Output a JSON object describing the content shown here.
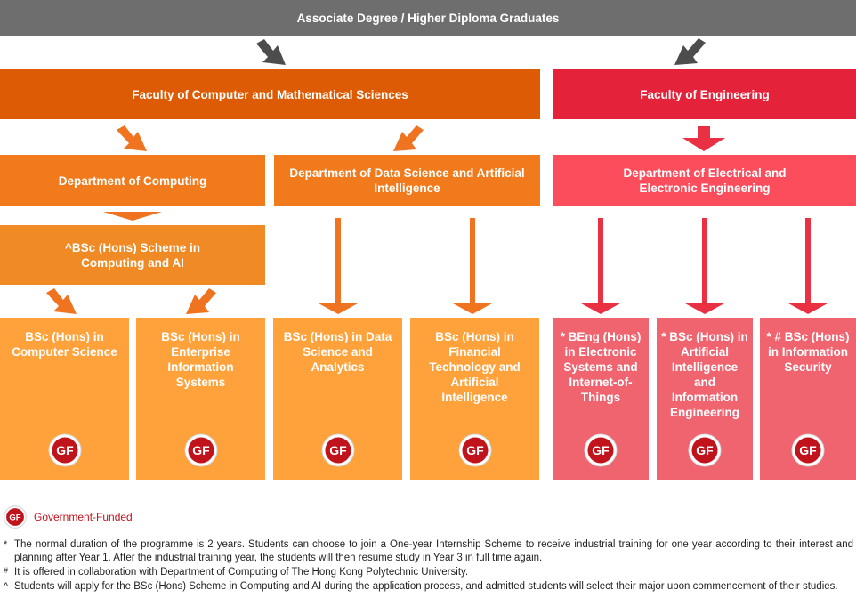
{
  "header": {
    "title": "Associate Degree / Higher Diploma Graduates"
  },
  "faculties": {
    "cms": "Faculty of Computer and Mathematical Sciences",
    "eng": "Faculty of Engineering"
  },
  "departments": {
    "computing": "Department of Computing",
    "dsai": "Department of Data Science and Artificial Intelligence",
    "eee": "Department of Electrical and Electronic Engineering"
  },
  "scheme": {
    "label": "^BSc (Hons) Scheme in Computing and AI"
  },
  "programmes": [
    {
      "label": "BSc (Hons) in Computer Science",
      "badge": "GF"
    },
    {
      "label": "BSc (Hons) in Enterprise Information Systems",
      "badge": "GF"
    },
    {
      "label": "BSc (Hons) in Data Science and Analytics",
      "badge": "GF"
    },
    {
      "label": "BSc (Hons) in Financial Technology and Artificial Intelligence",
      "badge": "GF"
    },
    {
      "label": "* BEng (Hons) in Electronic Systems and Internet-of-Things",
      "badge": "GF"
    },
    {
      "label": "* BSc (Hons) in Artificial Intelligence and Information Engineering",
      "badge": "GF"
    },
    {
      "label": "* # BSc (Hons) in Information Security",
      "badge": "GF"
    }
  ],
  "legend": {
    "badge": "GF",
    "label": "Government-Funded"
  },
  "notes": [
    {
      "symbol": "*",
      "text": "The normal duration of the programme is 2 years. Students can choose to join a One-year Internship Scheme to receive industrial training for one year according to their interest and planning after Year 1. After the industrial training year, the students will then resume study in Year 3 in full time again."
    },
    {
      "symbol": "#",
      "text": "It is offered in collaboration with Department of Computing of The Hong Kong Polytechnic University."
    },
    {
      "symbol": "^",
      "text": "Students will apply for the BSc (Hons) Scheme in Computing and AI during the application process, and admitted students will select their major upon commencement of their studies."
    }
  ],
  "colors": {
    "header": "#6e6e6e",
    "faculty_cms": "#dc5b04",
    "faculty_eng": "#e4233b",
    "dept_orange": "#f07a1c",
    "dept_red": "#fb4d5c",
    "scheme": "#f08a24",
    "prog_orange": "#ffa23b",
    "prog_red": "#f06470",
    "arrow_gray": "#4d4d4d",
    "arrow_orange": "#f07320",
    "arrow_red": "#ea3143",
    "badge_red": "#c0131c"
  },
  "icons": {
    "arrow": "down-arrow-icon",
    "badge": "gf-badge-icon"
  }
}
